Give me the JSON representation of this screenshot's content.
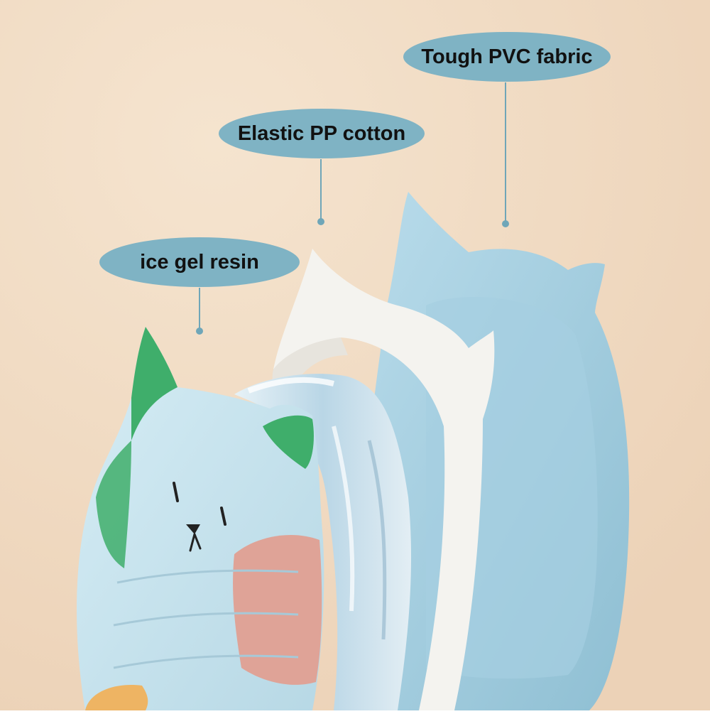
{
  "callouts": {
    "pvc": "Tough PVC fabric",
    "pp": "Elastic PP cotton",
    "ice": "ice gel resin"
  },
  "colors": {
    "background": "#f1dcc4",
    "callout_fill": "#7fb3c4",
    "pvc_layer": "#a9d2e3",
    "pp_layer": "#f4f3ef",
    "gel_layer": "#cfe4ee",
    "cover_blue": "#c7e4ef",
    "green_patch": "#3fae6b",
    "pink_patch": "#dfa397",
    "orange_patch": "#eeb463"
  }
}
